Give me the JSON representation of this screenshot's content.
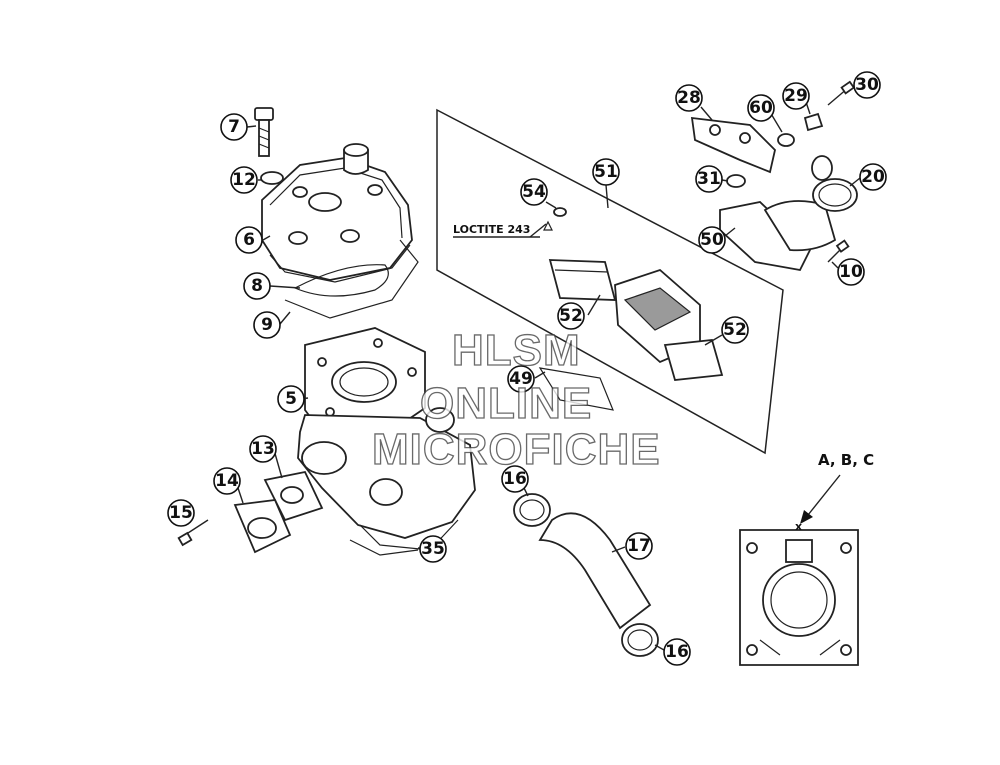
{
  "callouts": [
    {
      "id": "7",
      "label": "7"
    },
    {
      "id": "12",
      "label": "12"
    },
    {
      "id": "6",
      "label": "6"
    },
    {
      "id": "8",
      "label": "8"
    },
    {
      "id": "9",
      "label": "9"
    },
    {
      "id": "5",
      "label": "5"
    },
    {
      "id": "13",
      "label": "13"
    },
    {
      "id": "14",
      "label": "14"
    },
    {
      "id": "15",
      "label": "15"
    },
    {
      "id": "35",
      "label": "35"
    },
    {
      "id": "49",
      "label": "49"
    },
    {
      "id": "54",
      "label": "54"
    },
    {
      "id": "51",
      "label": "51"
    },
    {
      "id": "52a",
      "label": "52"
    },
    {
      "id": "52b",
      "label": "52"
    },
    {
      "id": "28",
      "label": "28"
    },
    {
      "id": "60",
      "label": "60"
    },
    {
      "id": "29",
      "label": "29"
    },
    {
      "id": "30",
      "label": "30"
    },
    {
      "id": "31",
      "label": "31"
    },
    {
      "id": "20",
      "label": "20"
    },
    {
      "id": "50",
      "label": "50"
    },
    {
      "id": "10",
      "label": "10"
    },
    {
      "id": "16a",
      "label": "16"
    },
    {
      "id": "17",
      "label": "17"
    },
    {
      "id": "16b",
      "label": "16"
    }
  ],
  "notes": {
    "loctite": "LOCTITE 243",
    "variants": "A, B, C",
    "marker": "x"
  },
  "watermark": {
    "line1": "HLSM",
    "line2": "ONLINE",
    "line3": "MICROFICHE"
  }
}
